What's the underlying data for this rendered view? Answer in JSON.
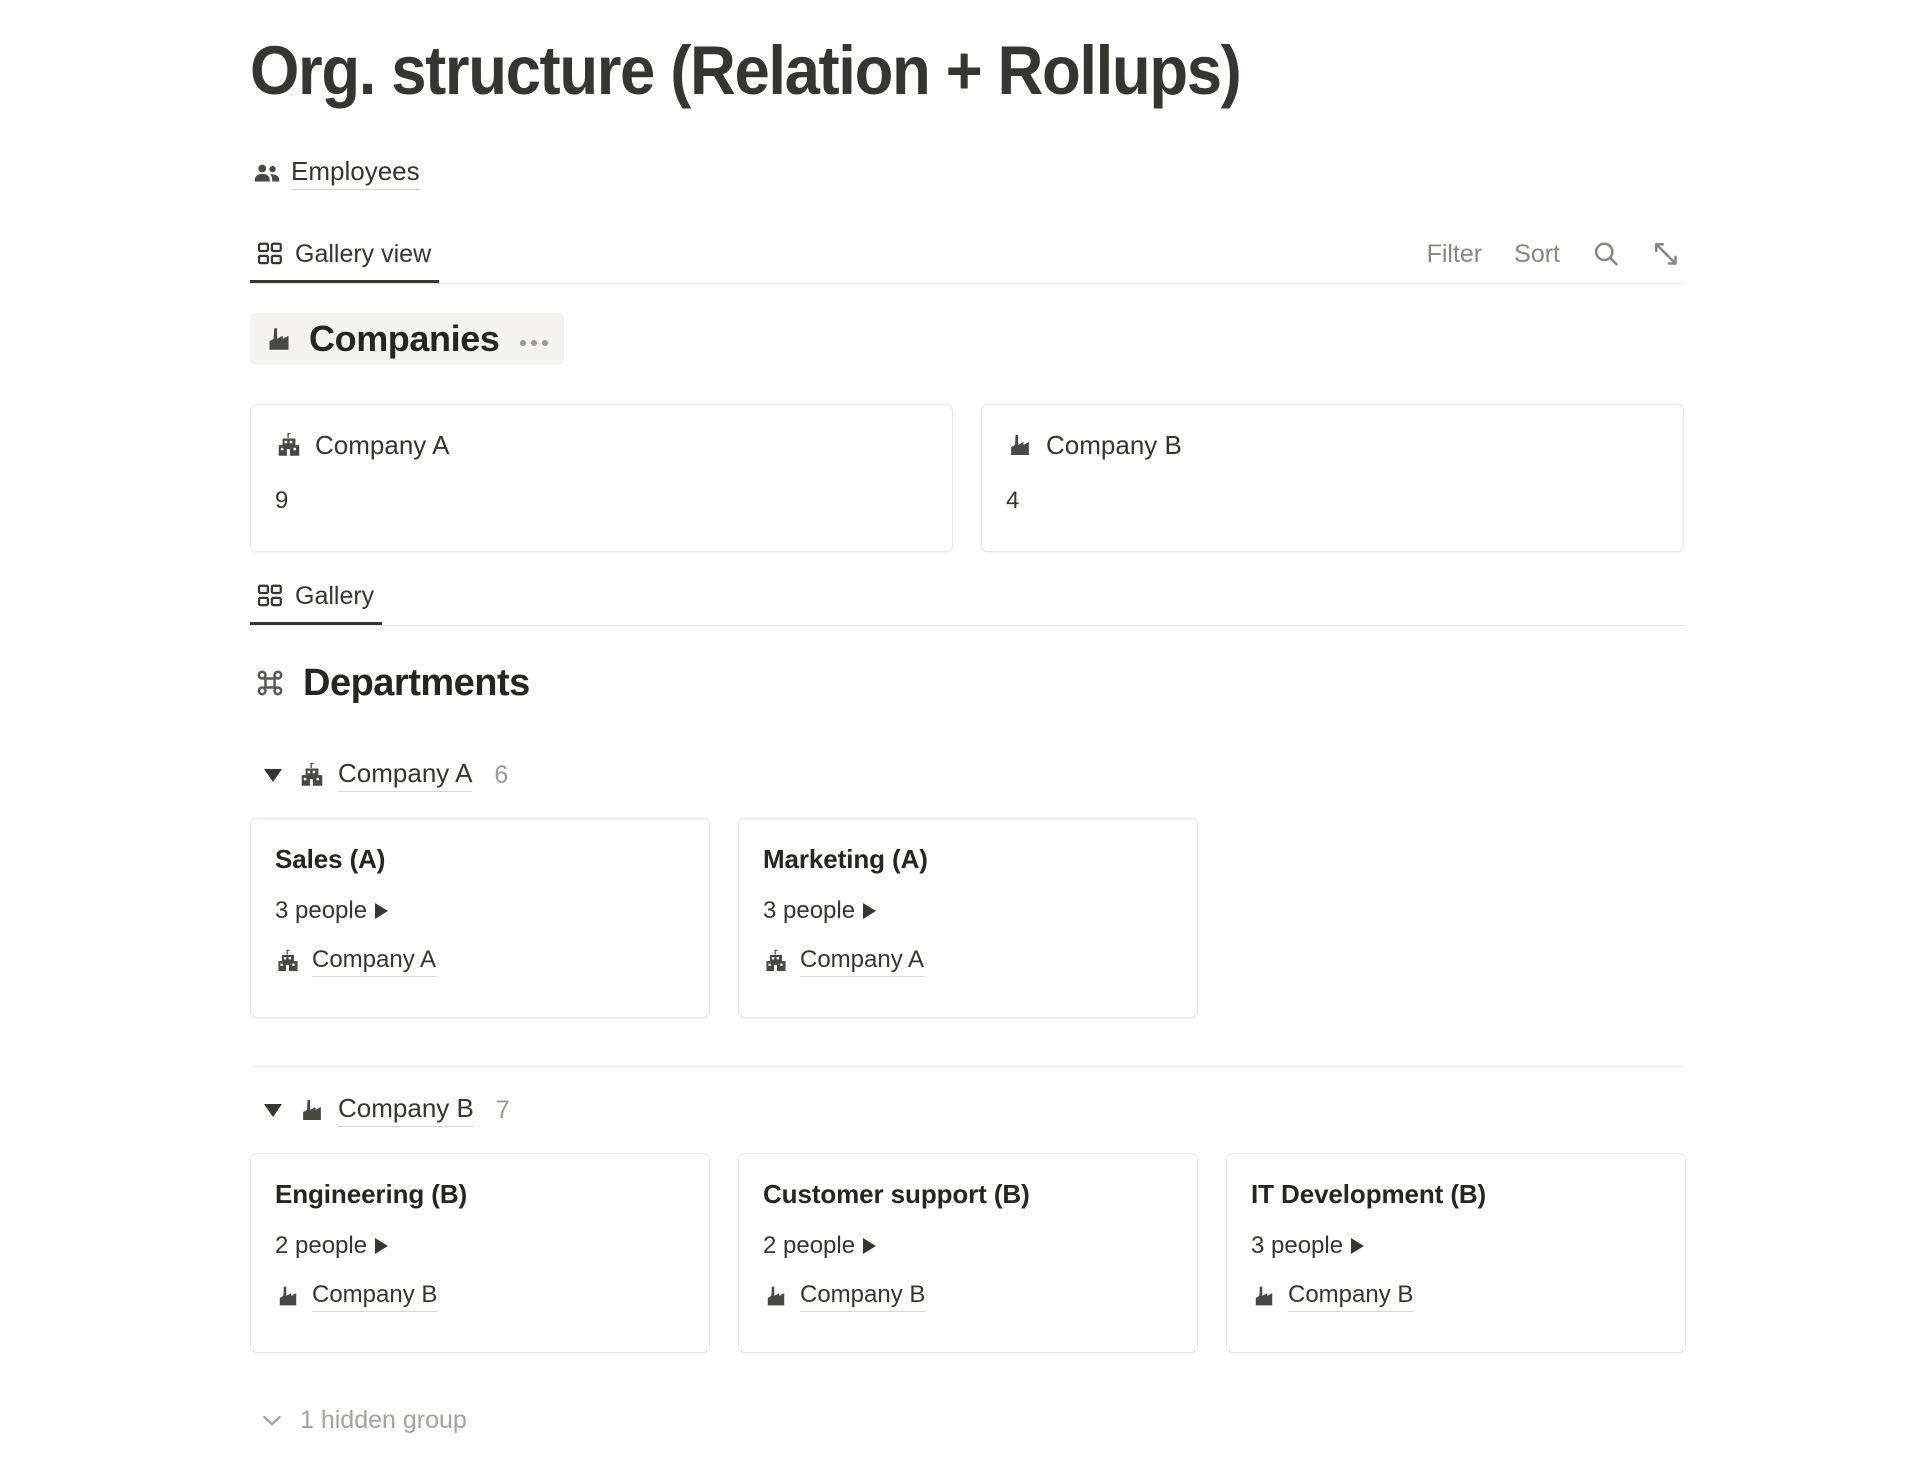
{
  "page": {
    "title": "Org. structure (Relation + Rollups)",
    "source_label": "Employees",
    "source_icon": "people-group-icon"
  },
  "viewbar": {
    "tab_label": "Gallery view",
    "tab_icon": "gallery-grid-icon",
    "filter_label": "Filter",
    "sort_label": "Sort",
    "search_icon": "search-icon",
    "expand_icon": "expand-diagonal-arrows-icon"
  },
  "companies_section": {
    "title": "Companies",
    "icon": "factory-building-icon",
    "menu_icon": "ellipsis-icon",
    "cards": [
      {
        "name": "Company A",
        "icon": "school-building-icon",
        "value": "9"
      },
      {
        "name": "Company B",
        "icon": "factory-building-icon",
        "value": "4"
      }
    ]
  },
  "gallery_subtab": {
    "label": "Gallery",
    "icon": "gallery-grid-icon"
  },
  "departments_section": {
    "title": "Departments",
    "icon": "command-loop-icon",
    "groups": [
      {
        "name": "Company A",
        "icon": "school-building-icon",
        "count": "6",
        "cards": [
          {
            "title": "Sales (A)",
            "rollup": "3 people",
            "relation": "Company A",
            "relation_icon": "school-building-icon"
          },
          {
            "title": "Marketing (A)",
            "rollup": "3 people",
            "relation": "Company A",
            "relation_icon": "school-building-icon"
          }
        ]
      },
      {
        "name": "Company B",
        "icon": "factory-building-icon",
        "count": "7",
        "cards": [
          {
            "title": "Engineering (B)",
            "rollup": "2 people",
            "relation": "Company B",
            "relation_icon": "factory-building-icon"
          },
          {
            "title": "Customer support (B)",
            "rollup": "2 people",
            "relation": "Company B",
            "relation_icon": "factory-building-icon"
          },
          {
            "title": "IT Development (B)",
            "rollup": "3 people",
            "relation": "Company B",
            "relation_icon": "factory-building-icon"
          }
        ]
      }
    ],
    "hidden_group_label": "1 hidden group",
    "hidden_group_icon": "chevron-down-icon"
  },
  "colors": {
    "text": "#37352f",
    "muted": "#9b9891",
    "border": "#e9e7e4",
    "highlight": "#f4f3f1"
  }
}
